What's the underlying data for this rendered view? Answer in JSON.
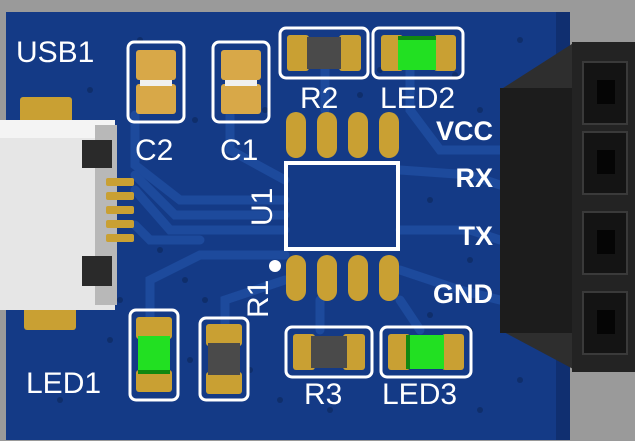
{
  "board": {
    "labels": {
      "usb": "USB1",
      "c2": "C2",
      "c1": "C1",
      "r2": "R2",
      "led2": "LED2",
      "u1": "U1",
      "r1": "R1",
      "led1": "LED1",
      "r3": "R3",
      "led3": "LED3"
    },
    "pins": [
      "VCC",
      "RX",
      "TX",
      "GND"
    ]
  },
  "colors": {
    "background": "#9a9a9a",
    "pcb": "#143a86",
    "trace": "#1d4a9c",
    "pad": "#c9a033",
    "led": "#22e022",
    "resistor": "#4a4a4a",
    "capacitor": "#d8a848",
    "header": "#1a1a1a",
    "usb_shell": "#e6e6e6"
  }
}
